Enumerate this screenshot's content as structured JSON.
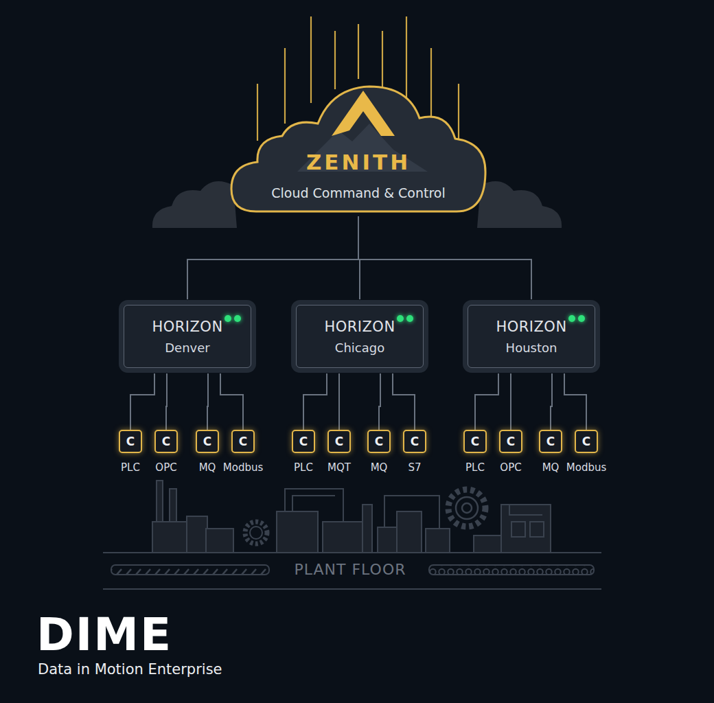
{
  "diagram": {
    "title": "DIME",
    "caption": "Data in Motion Enterprise",
    "nodes": [
      {
        "text": [
          "ZENITH",
          "Cloud Command & Control"
        ]
      },
      {
        "text": [
          "HORIZON",
          "Denver"
        ]
      },
      {
        "text": [
          "HORIZON",
          "Chicago"
        ]
      },
      {
        "text": [
          "HORIZON",
          "Houston"
        ]
      },
      {
        "text": [
          "C",
          "PLC"
        ]
      },
      {
        "text": [
          "C",
          "OPC"
        ]
      },
      {
        "text": [
          "C",
          "MQ"
        ]
      },
      {
        "text": [
          "C",
          "Modbus"
        ]
      },
      {
        "text": [
          "C",
          "PLC"
        ]
      },
      {
        "text": [
          "C",
          "MQT"
        ]
      },
      {
        "text": [
          "C",
          "MQ"
        ]
      },
      {
        "text": [
          "C",
          "S7"
        ]
      },
      {
        "text": [
          "C",
          "PLC"
        ]
      },
      {
        "text": [
          "C",
          "OPC"
        ]
      },
      {
        "text": [
          "C",
          "MQ"
        ]
      },
      {
        "text": [
          "C",
          "Modbus"
        ]
      }
    ],
    "edges": [
      {
        "from": 0,
        "to": 1,
        "arrow": "none"
      },
      {
        "from": 0,
        "to": 2,
        "arrow": "none"
      },
      {
        "from": 0,
        "to": 3,
        "arrow": "none"
      },
      {
        "from": 1,
        "to": 4,
        "arrow": "none"
      },
      {
        "from": 1,
        "to": 5,
        "arrow": "none"
      },
      {
        "from": 1,
        "to": 6,
        "arrow": "none"
      },
      {
        "from": 1,
        "to": 7,
        "arrow": "none"
      },
      {
        "from": 2,
        "to": 8,
        "arrow": "none"
      },
      {
        "from": 2,
        "to": 9,
        "arrow": "none"
      },
      {
        "from": 2,
        "to": 10,
        "arrow": "none"
      },
      {
        "from": 2,
        "to": 11,
        "arrow": "none"
      },
      {
        "from": 3,
        "to": 12,
        "arrow": "none"
      },
      {
        "from": 3,
        "to": 13,
        "arrow": "none"
      },
      {
        "from": 3,
        "to": 14,
        "arrow": "none"
      },
      {
        "from": 3,
        "to": 15,
        "arrow": "none"
      }
    ],
    "labels": [
      "PLANT FLOOR"
    ]
  }
}
